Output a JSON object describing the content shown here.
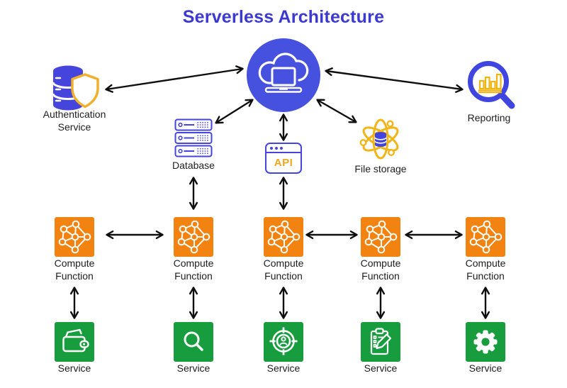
{
  "title": "Serverless Architecture",
  "colors": {
    "title_blue": "#3c39d1",
    "hub_blue": "#4751e0",
    "icon_blue": "#4545de",
    "gold": "#f2b517",
    "shield_gold": "#f0b02c",
    "api_text": "#f0a51c",
    "compute_orange": "#f28310",
    "service_green": "#189d3e",
    "arrow_black": "#0f0f0f"
  },
  "nodes": {
    "hub": {
      "icon": "cloud-laptop-icon"
    },
    "authentication": {
      "label": "Authentication Service",
      "icon": "database-shield-icon"
    },
    "reporting": {
      "label": "Reporting",
      "icon": "magnifier-chart-icon"
    },
    "database": {
      "label": "Database",
      "icon": "server-rack-icon"
    },
    "api": {
      "label": "API",
      "icon": "browser-window-icon"
    },
    "file_storage": {
      "label": "File storage",
      "icon": "atom-database-icon"
    }
  },
  "compute_functions": [
    {
      "label": "Compute Function",
      "icon": "network-graph-icon"
    },
    {
      "label": "Compute Function",
      "icon": "network-graph-icon"
    },
    {
      "label": "Compute Function",
      "icon": "network-graph-icon"
    },
    {
      "label": "Compute Function",
      "icon": "network-graph-icon"
    },
    {
      "label": "Compute Function",
      "icon": "network-graph-icon"
    }
  ],
  "services": [
    {
      "label": "Service",
      "icon": "wallet-icon"
    },
    {
      "label": "Service",
      "icon": "search-icon"
    },
    {
      "label": "Service",
      "icon": "target-user-icon"
    },
    {
      "label": "Service",
      "icon": "clipboard-pencil-icon"
    },
    {
      "label": "Service",
      "icon": "gear-icon"
    }
  ]
}
